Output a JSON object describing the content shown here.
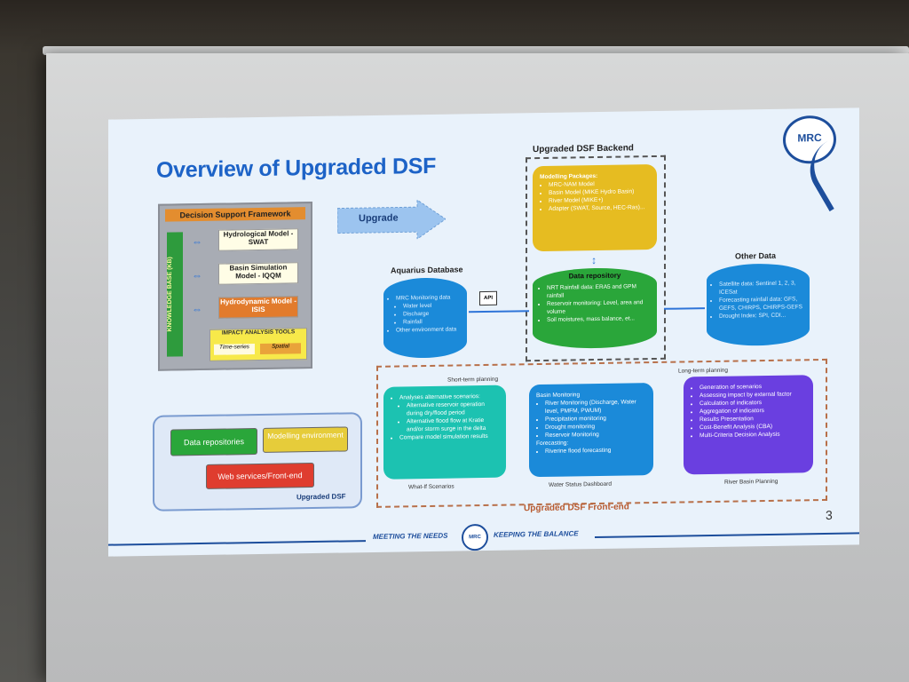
{
  "slide": {
    "title": "Overview of Upgraded DSF",
    "page_number": "3",
    "logo_text": "MRC",
    "footer_left": "MEETING THE NEEDS",
    "footer_right": "KEEPING THE BALANCE"
  },
  "dsf_diagram": {
    "header": "Decision Support Framework",
    "kb_label": "KNOWLEDGE BASE (KB)",
    "models": [
      "Hydrological Model - SWAT",
      "Basin Simulation Model - IQQM",
      "Hydrodynamic Model - ISIS"
    ],
    "impact_header": "IMPACT ANALYSIS TOOLS",
    "impact_tabs": [
      "Time-series",
      "Spatial"
    ]
  },
  "upgrade_label": "Upgrade",
  "legend": {
    "items": [
      "Data repositories",
      "Modelling environment",
      "Web services/Front-end"
    ],
    "caption": "Upgraded DSF"
  },
  "backend": {
    "title": "Upgraded DSF Backend",
    "modelling_title": "Modelling Packages:",
    "modelling_items": [
      "MRC-NAM Model",
      "Basin Model (MIKE Hydro Basin)",
      "River Model (MIKE+)",
      "Adapter (SWAT, Source, HEC-Ras)..."
    ],
    "repo_title": "Data repository",
    "repo_items": [
      "NRT Rainfall data: ERA5 and GPM rainfall",
      "Reservoir monitoring: Level, area and volume",
      "Soil moistures, mass balance, et..."
    ]
  },
  "aquarius": {
    "title": "Aquarius Database",
    "items": [
      "MRC Monitoring data",
      "Water level",
      "Discharge",
      "Rainfall",
      "Other environment data"
    ],
    "api_label": "API"
  },
  "other_data": {
    "title": "Other Data",
    "items": [
      "Satellite data: Sentinel 1, 2, 3, ICESat",
      "Forecasting rainfall data: GFS, GEFS, CHIRPS, CHIRPS-GEFS",
      "Drought Index: SPI, CDI..."
    ]
  },
  "frontend": {
    "title": "Upgraded DSF Front-end",
    "short_term": "Short-term planning",
    "long_term": "Long-term planning",
    "panels": [
      {
        "caption": "What-If Scenarios",
        "items": [
          "Analyses alternative scenarios:",
          "Alternative reservoir operation during dry/flood period",
          "Alternative flood flow at Kratie and/or storm surge in the delta",
          "Compare model simulation results"
        ]
      },
      {
        "caption": "Water Status Dashboard",
        "items": [
          "Basin Monitoring",
          "River Monitoring (Discharge, Water level, PMFM, PWUM)",
          "Precipitation monitoring",
          "Drought monitoring",
          "Reservoir Monitoring",
          "Forecasting:",
          "Riverine flood forecasting"
        ]
      },
      {
        "caption": "River Basin Planning",
        "items": [
          "Generation of scenarios",
          "Assessing impact by external factor",
          "Calculation of indicators",
          "Aggregation of indicators",
          "Results Presentation",
          "Cost-Benefit Analysis (CBA)",
          "Multi-Criteria Decision Analysis"
        ]
      }
    ]
  },
  "colors": {
    "title_blue": "#1d63c7",
    "green": "#2aa63a",
    "yellow": "#e6bc21",
    "teal": "#1cc2b1",
    "blue": "#1b8ad9",
    "purple": "#6a3fe0"
  }
}
